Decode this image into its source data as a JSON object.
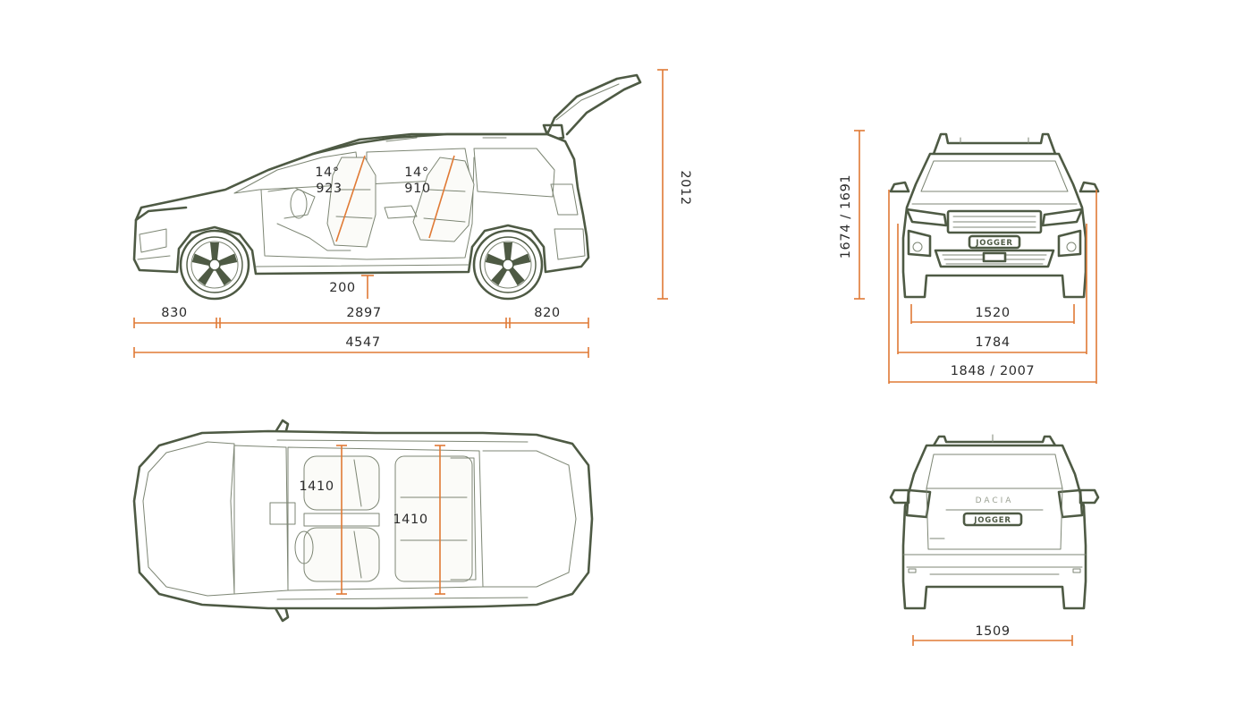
{
  "side_view": {
    "front_overhang": "830",
    "wheelbase": "2897",
    "rear_overhang": "820",
    "length": "4547",
    "ground_clearance": "200",
    "height_tailgate_open": "2012",
    "front_seat_angle": "14°",
    "front_seat_height": "923",
    "rear_seat_angle": "14°",
    "rear_seat_height": "910"
  },
  "front_view": {
    "height": "1674 / 1691",
    "front_track": "1520",
    "body_width": "1784",
    "width_mirrors": "1848 / 2007",
    "badge": "JOGGER"
  },
  "top_view": {
    "front_shoulder_width": "1410",
    "rear_shoulder_width": "1410"
  },
  "rear_view": {
    "rear_track": "1509",
    "brand": "DACIA",
    "badge": "JOGGER"
  },
  "colors": {
    "outline": "#4e5a44",
    "dimension_line": "#e07a35",
    "text": "#2b2b2b"
  }
}
